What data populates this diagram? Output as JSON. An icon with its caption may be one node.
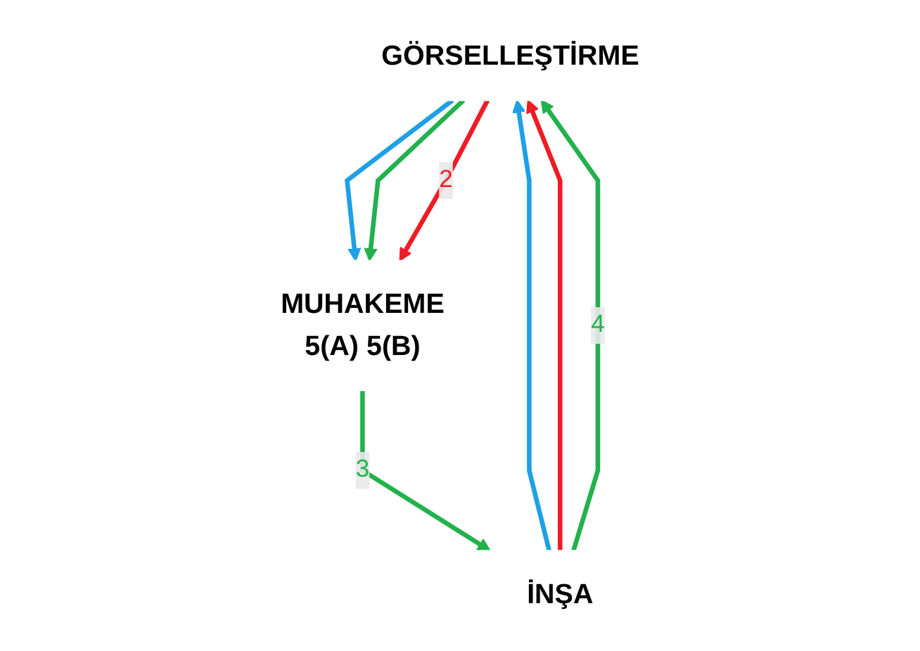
{
  "diagram": {
    "nodes": [
      {
        "text": [
          "GÖRSELLEŞTİRME"
        ]
      },
      {
        "text": [
          "MUHAKEME",
          "5(A) 5(B)"
        ]
      },
      {
        "text": [
          "İNŞA"
        ]
      }
    ],
    "edges": [
      {
        "from": 2,
        "to": 0,
        "arrow": "to",
        "color": "#1ea0e6"
      },
      {
        "from": 2,
        "to": 0,
        "arrow": "to",
        "color": "#ee1c24"
      },
      {
        "from": 2,
        "to": 0,
        "arrow": "to",
        "color": "#22b14c",
        "label": "4"
      },
      {
        "from": 0,
        "to": 1,
        "arrow": "to",
        "color": "#1ea0e6"
      },
      {
        "from": 0,
        "to": 1,
        "arrow": "to",
        "color": "#22b14c"
      },
      {
        "from": 0,
        "to": 1,
        "arrow": "to",
        "color": "#ee1c24",
        "label": "2"
      },
      {
        "from": 1,
        "to": 2,
        "arrow": "to",
        "color": "#22b14c",
        "label": "3"
      }
    ]
  }
}
